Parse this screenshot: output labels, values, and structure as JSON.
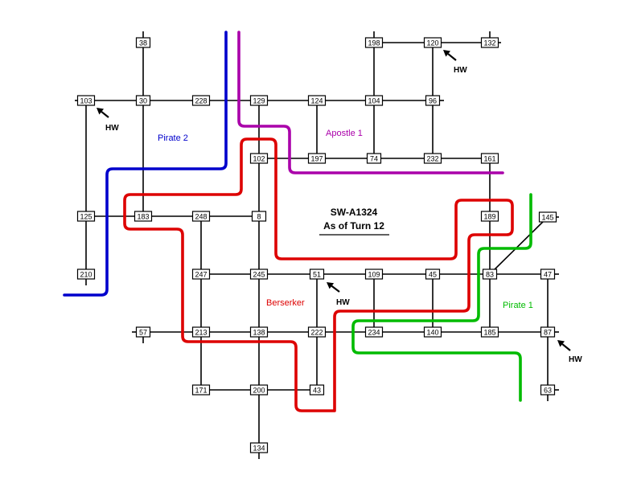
{
  "title": {
    "line1": "SW-A1324",
    "line2": "As of Turn 12"
  },
  "hw_label": "HW",
  "territories": [
    {
      "id": "pirate2",
      "label": "Pirate 2",
      "color": "#0000cc"
    },
    {
      "id": "apostle1",
      "label": "Apostle 1",
      "color": "#aa00aa"
    },
    {
      "id": "berserker",
      "label": "Berserker",
      "color": "#dd0000"
    },
    {
      "id": "pirate1",
      "label": "Pirate 1",
      "color": "#00bb00"
    }
  ],
  "nodes": [
    "38",
    "198",
    "120",
    "132",
    "103",
    "30",
    "228",
    "129",
    "124",
    "104",
    "96",
    "102",
    "197",
    "74",
    "232",
    "161",
    "125",
    "183",
    "248",
    "8",
    "189",
    "145",
    "210",
    "247",
    "245",
    "51",
    "109",
    "45",
    "83",
    "47",
    "57",
    "213",
    "138",
    "222",
    "234",
    "140",
    "185",
    "87",
    "171",
    "200",
    "43",
    "63",
    "134"
  ],
  "home_worlds": [
    "103",
    "120",
    "51",
    "87"
  ]
}
